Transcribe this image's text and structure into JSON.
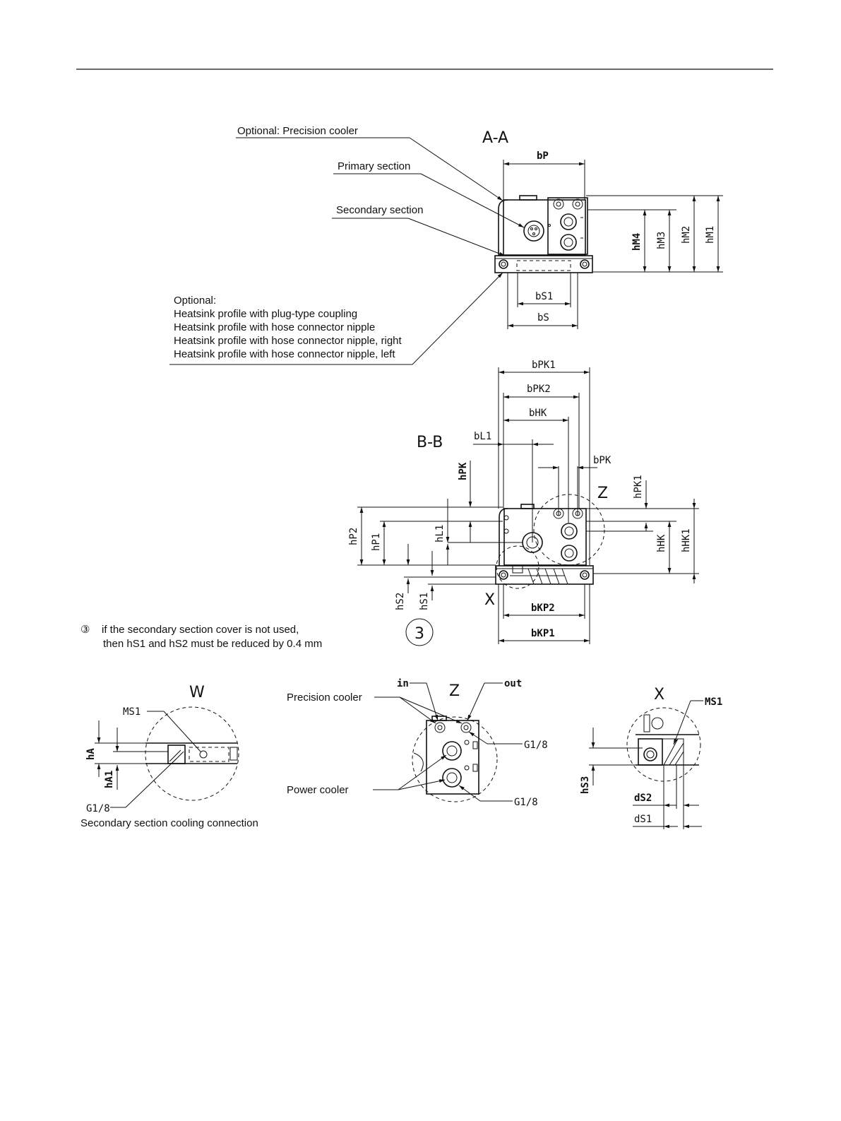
{
  "views": {
    "aa": {
      "title": "A-A",
      "callouts": {
        "precision_cooler": "Optional: Precision cooler",
        "primary_section": "Primary section",
        "secondary_section": "Secondary section",
        "optional_header": "Optional:",
        "heatsink_lines": [
          "Heatsink profile with plug-type coupling",
          "Heatsink profile with hose connector nipple",
          "Heatsink profile with hose connector nipple, right",
          "Heatsink profile with hose connector nipple, left"
        ]
      },
      "dims": {
        "bP": "bP",
        "bS1": "bS1",
        "bS": "bS",
        "hM4": "hM4",
        "hM3": "hM3",
        "hM2": "hM2",
        "hM1": "hM1"
      }
    },
    "bb": {
      "title": "B-B",
      "dims": {
        "bPK1": "bPK1",
        "bPK2": "bPK2",
        "bHK": "bHK",
        "bL1": "bL1",
        "bPK": "bPK",
        "hPK": "hPK",
        "hPK1": "hPK1",
        "hP2": "hP2",
        "hP1": "hP1",
        "hL1": "hL1",
        "hHK": "hHK",
        "hHK1": "hHK1",
        "hS2": "hS2",
        "hS1": "hS1",
        "bKP2": "bKP2",
        "bKP1": "bKP1"
      },
      "z_label": "Z",
      "x_label": "X",
      "footnote_marker": "3"
    },
    "w": {
      "title": "W",
      "ms1": "MS1",
      "hA": "hA",
      "hA1": "hA1",
      "g18": "G1/8",
      "caption": "Secondary section cooling connection"
    },
    "z": {
      "title": "Z",
      "in": "in",
      "out": "out",
      "precision_cooler": "Precision cooler",
      "power_cooler": "Power cooler",
      "g18_top": "G1/8",
      "g18_bottom": "G1/8"
    },
    "x": {
      "title": "X",
      "ms1": "MS1",
      "hS3": "hS3",
      "dS2": "dS2",
      "dS1": "dS1"
    }
  },
  "footnote": {
    "symbol": "③",
    "line1": "if the secondary section cover is not used,",
    "line2": "then hS1 and hS2 must be reduced by 0.4 mm"
  }
}
